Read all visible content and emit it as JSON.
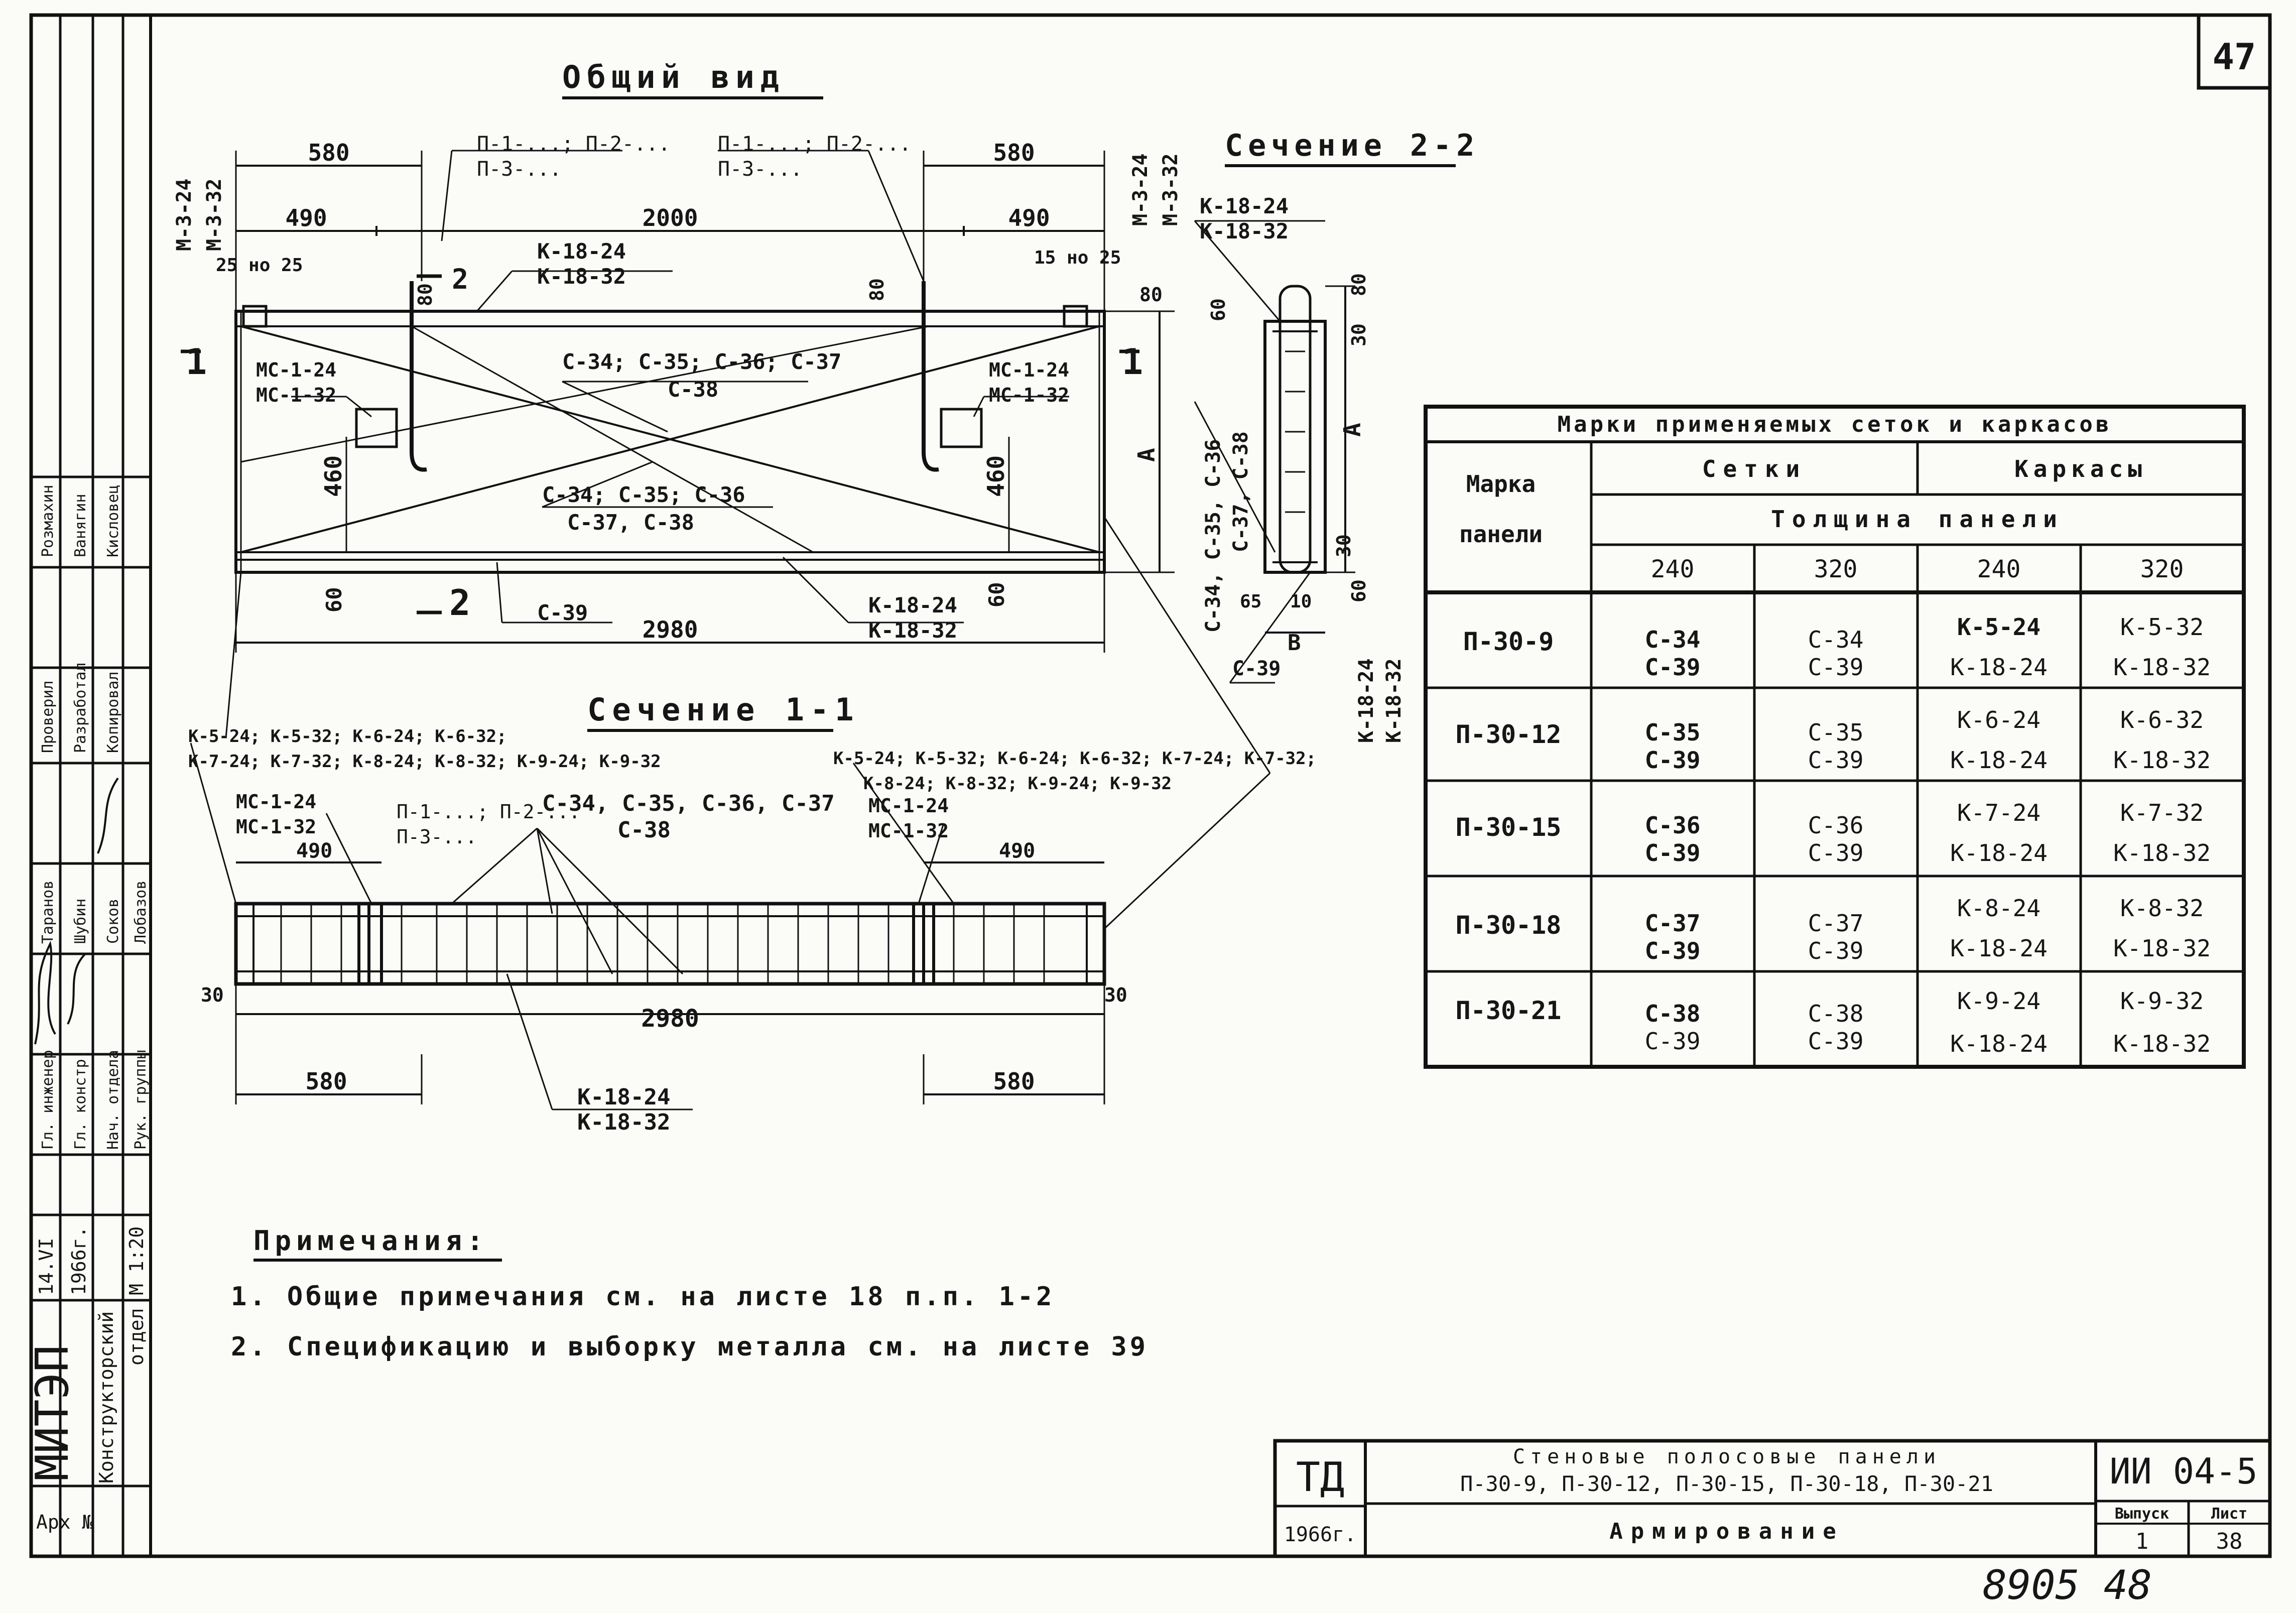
{
  "sheet": {
    "page_number": "47",
    "handwritten_bottom": "8905 48"
  },
  "general_view": {
    "title": "Общий вид",
    "dim_580_left": "580",
    "dim_490_left": "490",
    "dim_2000": "2000",
    "dim_490_right": "490",
    "dim_580_right": "580",
    "dim_2980": "2980",
    "dim_460_left": "460",
    "dim_460_right": "460",
    "dim_60_left": "60",
    "dim_60_right": "60",
    "dim_80_left": "80",
    "dim_80_mid": "80",
    "dim_80_right": "80",
    "dim_A": "A",
    "gap_left": "25 но 25",
    "gap_right": "15 но 25",
    "m3_left_1": "М-3-24",
    "m3_left_2": "М-3-32",
    "m3_right_1": "М-3-24",
    "m3_right_2": "М-3-32",
    "p_left_1": "П-1-...; П-2-...",
    "p_left_2": "П-3-...",
    "p_right_1": "П-1-...; П-2-...",
    "p_right_2": "П-3-...",
    "k18_top_1": "К-18-24",
    "k18_top_2": "К-18-32",
    "k18_bot_1": "К-18-24",
    "k18_bot_2": "К-18-32",
    "mc_left_1": "МС-1-24",
    "mc_left_2": "МС-1-32",
    "mc_right_1": "МС-1-24",
    "mc_right_2": "МС-1-32",
    "c_upper_1": "С-34; С-35; С-36; С-37",
    "c_upper_2": "С-38",
    "c_lower_1": "С-34; С-35; С-36",
    "c_lower_2": "С-37, С-38",
    "c39": "С-39",
    "sec_mark_1_left": "1",
    "sec_mark_1_right": "1",
    "sec_mark_2_top": "2",
    "sec_mark_2_bottom": "2"
  },
  "section_22": {
    "title": "Сечение 2-2",
    "k18_1": "К-18-24",
    "k18_2": "К-18-32",
    "dim_60": "60",
    "dim_80": "80",
    "dim_30_top": "30",
    "dim_30_bot": "30",
    "dim_60_bot": "60",
    "dim_65": "65",
    "dim_10": "10",
    "dim_B": "В",
    "dim_A": "А",
    "c_list_1": "С-34, С-35, С-36",
    "c_list_2": "С-37, С-38",
    "c39": "С-39",
    "k18_bot_1": "К-18-24",
    "k18_bot_2": "К-18-32"
  },
  "section_11": {
    "title": "Сечение 1-1",
    "k_left_1": "К-5-24; К-5-32; К-6-24; К-6-32;",
    "k_left_2": "К-7-24; К-7-32; К-8-24; К-8-32; К-9-24; К-9-32",
    "k_right_1": "К-5-24; К-5-32; К-6-24; К-6-32; К-7-24; К-7-32;",
    "k_right_2": "К-8-24; К-8-32; К-9-24; К-9-32",
    "mc_left_1": "МС-1-24",
    "mc_left_2": "МС-1-32",
    "mc_right_1": "МС-1-24",
    "mc_right_2": "МС-1-32",
    "p_1": "П-1-...; П-2-...",
    "p_2": "П-3-...",
    "c_1": "С-34, С-35, С-36, С-37",
    "c_2": "С-38",
    "dim_490_left": "490",
    "dim_490_right": "490",
    "dim_30_left": "30",
    "dim_30_right": "30",
    "dim_2980": "2980",
    "dim_580_left": "580",
    "dim_580_right": "580",
    "k18_1": "К-18-24",
    "k18_2": "К-18-32"
  },
  "marks_table": {
    "title": "Марки применяемых сеток и каркасов",
    "col_mark_1": "Марка",
    "col_mark_2": "панели",
    "group_nets": "Сетки",
    "group_frames": "Каркасы",
    "thickness": "Толщина панели",
    "sub": [
      "240",
      "320",
      "240",
      "320"
    ],
    "rows": [
      {
        "mark": "П-30-9",
        "n240": [
          "С-34",
          "С-39"
        ],
        "n320": [
          "С-34",
          "С-39"
        ],
        "k240": [
          "К-5-24",
          "К-18-24"
        ],
        "k320": [
          "К-5-32",
          "К-18-32"
        ]
      },
      {
        "mark": "П-30-12",
        "n240": [
          "С-35",
          "С-39"
        ],
        "n320": [
          "С-35",
          "С-39"
        ],
        "k240": [
          "К-6-24",
          "К-18-24"
        ],
        "k320": [
          "К-6-32",
          "К-18-32"
        ]
      },
      {
        "mark": "П-30-15",
        "n240": [
          "С-36",
          "С-39"
        ],
        "n320": [
          "С-36",
          "С-39"
        ],
        "k240": [
          "К-7-24",
          "К-18-24"
        ],
        "k320": [
          "К-7-32",
          "К-18-32"
        ]
      },
      {
        "mark": "П-30-18",
        "n240": [
          "С-37",
          "С-39"
        ],
        "n320": [
          "С-37",
          "С-39"
        ],
        "k240": [
          "К-8-24",
          "К-18-24"
        ],
        "k320": [
          "К-8-32",
          "К-18-32"
        ]
      },
      {
        "mark": "П-30-21",
        "n240": [
          "С-38",
          "С-39"
        ],
        "n320": [
          "С-38",
          "С-39"
        ],
        "k240": [
          "К-9-24",
          "К-18-24"
        ],
        "k320": [
          "К-9-32",
          "К-18-32"
        ]
      }
    ]
  },
  "notes": {
    "title": "Примечания:",
    "line1": "1. Общие примечания см. на листе 18 п.п. 1-2",
    "line2": "2. Спецификацию и выборку металла см. на листе 39"
  },
  "title_block": {
    "td": "ТД",
    "year": "1966г.",
    "desc_1": "Стеновые полосовые панели",
    "desc_2": "П-30-9, П-30-12, П-30-15, П-30-18, П-30-21",
    "desc_3": "Армирование",
    "code": "ИИ 04-5",
    "issue_label": "Выпуск",
    "issue": "1",
    "sheet_label": "Лист",
    "sheet": "38"
  },
  "side_stamp": {
    "org": "МИТЭП",
    "dept_1": "Конструкторский",
    "dept_2": "отдел",
    "arch": "Арх №",
    "scale": "М 1:20",
    "date_1": "14.VI",
    "date_2": "1966г.",
    "roles": [
      "Гл. инженер",
      "Гл. констр.",
      "Нач. отдела",
      "Рук. группы",
      "Проверил",
      "Разработал",
      "Копировал"
    ],
    "names": [
      "Таранов",
      "Шубин",
      "Соков",
      "Лобазов",
      "Розмахин",
      "Ванягин",
      "Кисловец"
    ]
  }
}
